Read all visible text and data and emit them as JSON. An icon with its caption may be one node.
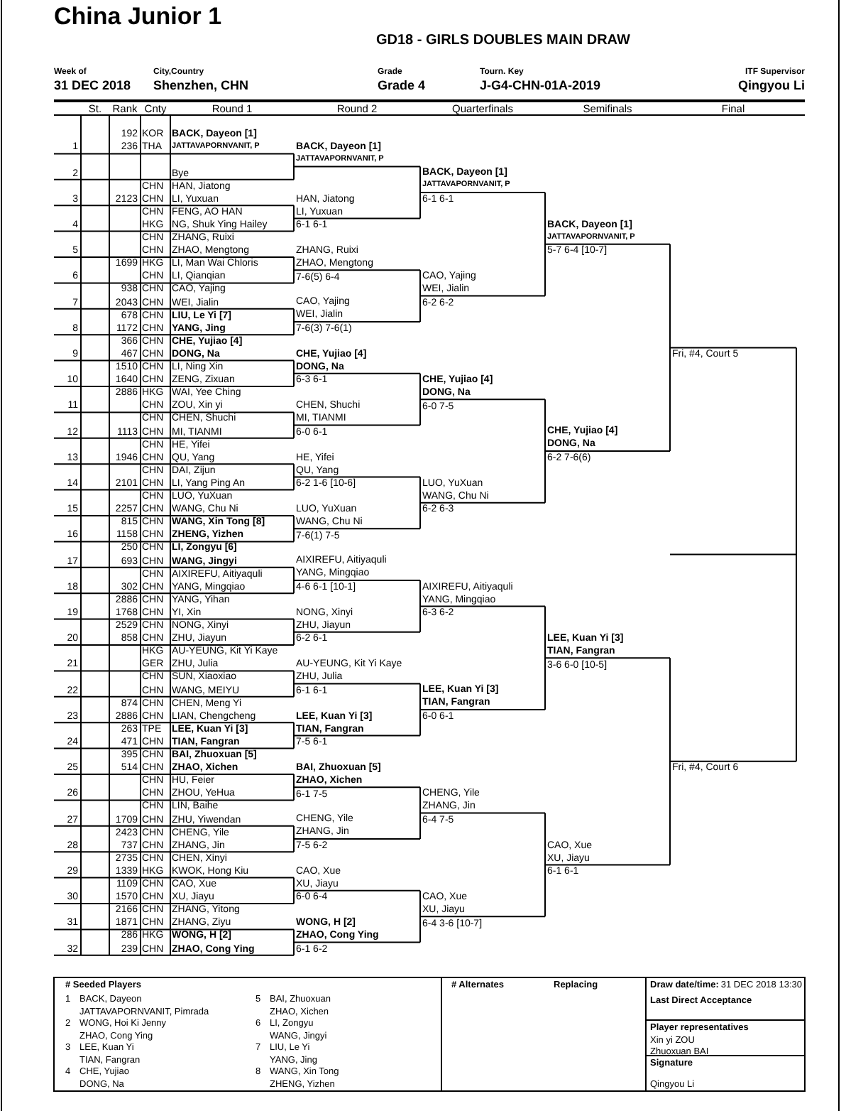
{
  "diagram": {
    "title": "China Junior 1",
    "labels": [
      "GD18 - GIRLS DOUBLES MAIN DRAW",
      "Week of",
      "31 DEC 2018",
      "City,Country",
      "Shenzhen, CHN",
      "Grade",
      "Grade 4",
      "Tourn. Key",
      "J-G4-CHN-01A-2019",
      "ITF Supervisor",
      "Qingyou Li",
      "St.",
      "Rank",
      "Cnty",
      "Round 1",
      "Round 2",
      "Quarterfinals",
      "Semifinals",
      "Final",
      "192",
      "KOR",
      "BACK, Dayeon [1]",
      "1",
      "236",
      "THA",
      "JATTAVAPORNVANIT, P",
      "2",
      "Bye",
      "CHN",
      "HAN, Jiatong",
      "3",
      "2123",
      "CHN",
      "LI, Yuxuan",
      "CHN",
      "FENG, AO HAN",
      "4",
      "HKG",
      "NG, Shuk Ying Hailey",
      "CHN",
      "ZHANG, Ruixi",
      "5",
      "CHN",
      "ZHAO, Mengtong",
      "1699",
      "HKG",
      "LI, Man Wai Chloris",
      "6",
      "CHN",
      "LI, Qianqian",
      "938",
      "CHN",
      "CAO, Yajing",
      "7",
      "2043",
      "CHN",
      "WEI, Jialin",
      "678",
      "CHN",
      "LIU, Le Yi [7]",
      "8",
      "1172",
      "CHN",
      "YANG, Jing",
      "366",
      "CHN",
      "CHE, Yujiao [4]",
      "9",
      "467",
      "CHN",
      "DONG, Na",
      "1510",
      "CHN",
      "LI, Ning Xin",
      "10",
      "1640",
      "CHN",
      "ZENG, Zixuan",
      "2886",
      "HKG",
      "WAI, Yee Ching",
      "11",
      "CHN",
      "ZOU, Xin yi",
      "CHN",
      "CHEN, Shuchi",
      "12",
      "1113",
      "CHN",
      "MI, TIANMI",
      "CHN",
      "HE, Yifei",
      "13",
      "1946",
      "CHN",
      "QU, Yang",
      "CHN",
      "DAI, Zijun",
      "14",
      "2101",
      "CHN",
      "LI, Yang Ping An",
      "CHN",
      "LUO, YuXuan",
      "15",
      "2257",
      "CHN",
      "WANG, Chu Ni",
      "815",
      "CHN",
      "WANG, Xin Tong [8]",
      "16",
      "1158",
      "CHN",
      "ZHENG, Yizhen",
      "250",
      "CHN",
      "LI, Zongyu [6]",
      "17",
      "693",
      "CHN",
      "WANG, Jingyi",
      "CHN",
      "AIXIREFU, Aitiyaquli",
      "18",
      "302",
      "CHN",
      "YANG, Mingqiao",
      "2886",
      "CHN",
      "YANG, Yihan",
      "19",
      "1768",
      "CHN",
      "YI, Xin",
      "2529",
      "CHN",
      "NONG, Xinyi",
      "20",
      "858",
      "CHN",
      "ZHU, Jiayun",
      "HKG",
      "AU-YEUNG, Kit Yi Kaye",
      "21",
      "GER",
      "ZHU, Julia",
      "CHN",
      "SUN, Xiaoxiao",
      "22",
      "CHN",
      "WANG, MEIYU",
      "874",
      "CHN",
      "CHEN, Meng Yi",
      "23",
      "2886",
      "CHN",
      "LIAN, Chengcheng",
      "263",
      "TPE",
      "LEE, Kuan Yi [3]",
      "24",
      "471",
      "CHN",
      "TIAN, Fangran",
      "395",
      "CHN",
      "BAI, Zhuoxuan [5]",
      "25",
      "514",
      "CHN",
      "ZHAO, Xichen",
      "CHN",
      "HU, Feier",
      "26",
      "CHN",
      "ZHOU, YeHua",
      "CHN",
      "LIN, Baihe",
      "27",
      "1709",
      "CHN",
      "ZHU, Yiwendan",
      "2423",
      "CHN",
      "CHENG, Yile",
      "28",
      "737",
      "CHN",
      "ZHANG, Jin",
      "2735",
      "CHN",
      "CHEN, Xinyi",
      "29",
      "1339",
      "HKG",
      "KWOK, Hong Kiu",
      "1109",
      "CHN",
      "CAO, Xue",
      "30",
      "1570",
      "CHN",
      "XU, Jiayu",
      "2166",
      "CHN",
      "ZHANG, Yitong",
      "31",
      "1871",
      "CHN",
      "ZHANG, Ziyu",
      "286",
      "HKG",
      "WONG, H [2]",
      "32",
      "239",
      "CHN",
      "ZHAO, Cong  Ying",
      "BACK, Dayeon [1]",
      "JATTAVAPORNVANIT, P",
      "HAN, Jiatong",
      "LI, Yuxuan",
      "6-1 6-1",
      "ZHANG, Ruixi",
      "ZHAO, Mengtong",
      "7-6(5) 6-4",
      "CAO, Yajing",
      "WEI, Jialin",
      "7-6(3) 7-6(1)",
      "CHE, Yujiao [4]",
      "DONG, Na",
      "6-3 6-1",
      "CHEN, Shuchi",
      "MI, TIANMI",
      "6-0 6-1",
      "HE, Yifei",
      "QU, Yang",
      "6-2 1-6 [10-6]",
      "LUO, YuXuan",
      "WANG, Chu Ni",
      "7-6(1) 7-5",
      "AIXIREFU, Aitiyaquli",
      "YANG, Mingqiao",
      "4-6 6-1 [10-1]",
      "NONG, Xinyi",
      "ZHU, Jiayun",
      "6-2 6-1",
      "AU-YEUNG, Kit Yi Kaye",
      "ZHU, Julia",
      "6-1 6-1",
      "LEE, Kuan Yi [3]",
      "TIAN, Fangran",
      "7-5 6-1",
      "BAI, Zhuoxuan [5]",
      "ZHAO, Xichen",
      "6-1 7-5",
      "CHENG, Yile",
      "ZHANG, Jin",
      "7-5 6-2",
      "CAO, Xue",
      "XU, Jiayu",
      "6-0 6-4",
      "WONG, H [2]",
      "ZHAO, Cong  Ying",
      "6-1 6-2",
      "BACK, Dayeon [1]",
      "JATTAVAPORNVANIT, P",
      "6-1 6-1",
      "CAO, Yajing",
      "WEI, Jialin",
      "6-2 6-2",
      "CHE, Yujiao [4]",
      "DONG, Na",
      "6-0 7-5",
      "LUO, YuXuan",
      "WANG, Chu Ni",
      "6-2 6-3",
      "AIXIREFU, Aitiyaquli",
      "YANG, Mingqiao",
      "6-3 6-2",
      "LEE, Kuan Yi [3]",
      "TIAN, Fangran",
      "6-0 6-1",
      "CHENG, Yile",
      "ZHANG, Jin",
      "6-4 7-5",
      "CAO, Xue",
      "XU, Jiayu",
      "6-4 3-6 [10-7]",
      "BACK, Dayeon [1]",
      "JATTAVAPORNVANIT, P",
      "5-7 6-4 [10-7]",
      "CHE, Yujiao [4]",
      "DONG, Na",
      "6-2 7-6(6)",
      "LEE, Kuan Yi [3]",
      "TIAN, Fangran",
      "3-6 6-0 [10-5]",
      "CAO, Xue",
      "XU, Jiayu",
      "6-1 6-1",
      "Fri, #4, Court 5",
      "Fri, #4, Court 6",
      "# Seeded Players",
      "1",
      "BACK, Dayeon",
      "JATTAVAPORNVANIT, Pimrada",
      "2",
      "WONG, Hoi Ki Jenny",
      "ZHAO, Cong  Ying",
      "3",
      "LEE, Kuan Yi",
      "TIAN, Fangran",
      "4",
      "CHE, Yujiao",
      "DONG, Na",
      "5",
      "BAI, Zhuoxuan",
      "ZHAO, Xichen",
      "6",
      "LI, Zongyu",
      "WANG, Jingyi",
      "7",
      "LIU, Le Yi",
      "YANG, Jing",
      "8",
      "WANG, Xin Tong",
      "ZHENG, Yizhen",
      "# Alternates",
      "Replacing",
      "Draw date/time:",
      "31 DEC 2018 13:30",
      "Last Direct Acceptance",
      "Player representatives",
      "Xin yi ZOU",
      "Zhuoxuan BAI",
      "Signature",
      "Qingyou Li"
    ]
  }
}
